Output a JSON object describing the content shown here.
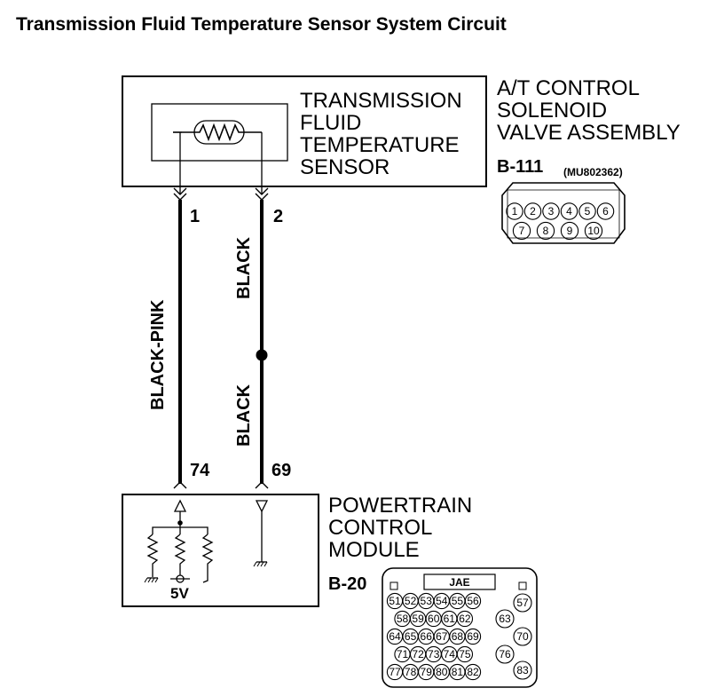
{
  "title": "Transmission Fluid Temperature Sensor System Circuit",
  "at_assembly": {
    "name_lines": [
      "A/T CONTROL",
      "SOLENOID",
      "VALVE ASSEMBLY"
    ],
    "sensor_lines": [
      "TRANSMISSION",
      "FLUID",
      "TEMPERATURE",
      "SENSOR"
    ],
    "connector_id": "B-111",
    "part_number": "(MU802362)",
    "pins_row1": [
      "1",
      "2",
      "3",
      "4",
      "5",
      "6"
    ],
    "pins_row2": [
      "7",
      "8",
      "9",
      "10"
    ]
  },
  "wires": {
    "left": {
      "top_pin": "1",
      "bottom_pin": "74",
      "color": "BLACK-PINK"
    },
    "right": {
      "top_pin": "2",
      "bottom_pin": "69",
      "color_upper": "BLACK",
      "color_lower": "BLACK"
    }
  },
  "pcm": {
    "name_lines": [
      "POWERTRAIN",
      "CONTROL",
      "MODULE"
    ],
    "connector_id": "B-20",
    "supply_label": "5V",
    "header_label": "JAE",
    "rows": [
      [
        "51",
        "52",
        "53",
        "54",
        "55",
        "56"
      ],
      [
        "58",
        "59",
        "60",
        "61",
        "62"
      ],
      [
        "64",
        "65",
        "66",
        "67",
        "68",
        "69"
      ],
      [
        "71",
        "72",
        "73",
        "74",
        "75"
      ],
      [
        "77",
        "78",
        "79",
        "80",
        "81",
        "82"
      ]
    ],
    "side_pins": [
      "57",
      "63",
      "70",
      "76",
      "83"
    ]
  }
}
